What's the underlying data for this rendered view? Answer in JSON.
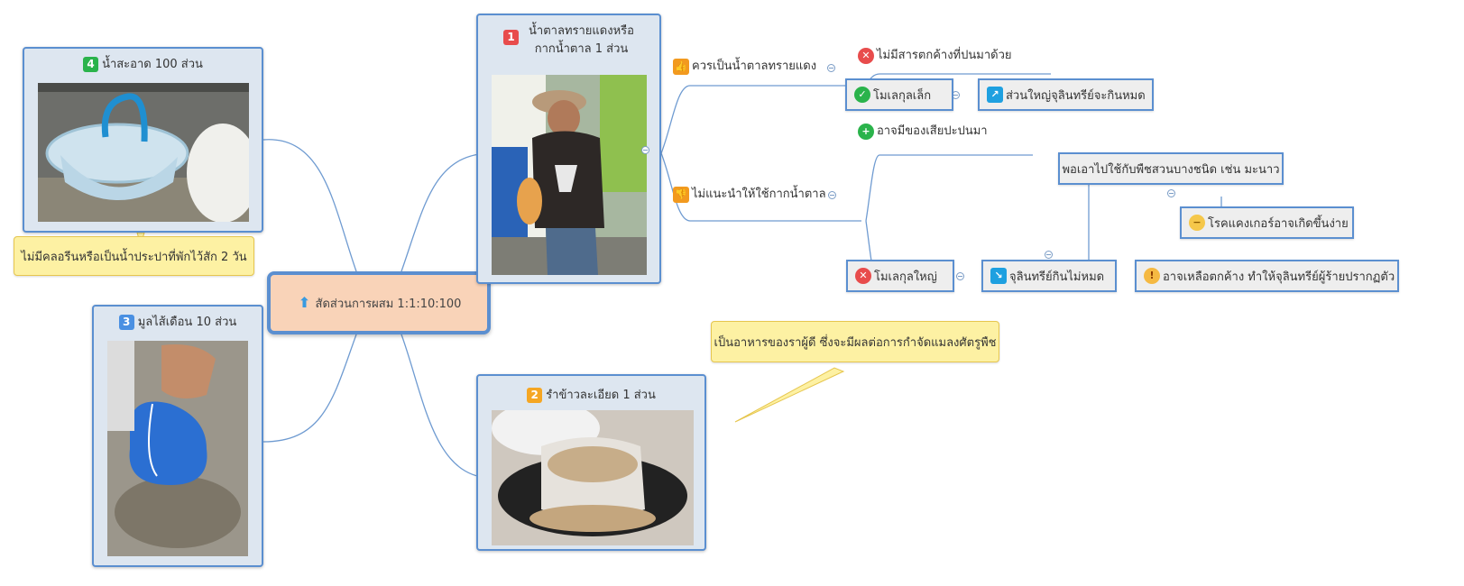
{
  "central": {
    "label": "สัดส่วนการผสม 1:1:10:100"
  },
  "topics": {
    "t1": {
      "number": "1",
      "label_line1": "น้ำตาลทรายแดงหรือ",
      "label_line2": "กากน้ำตาล 1 ส่วน"
    },
    "t2": {
      "number": "2",
      "label": "รำข้าวละเอียด 1 ส่วน"
    },
    "t3": {
      "number": "3",
      "label": "มูลไส้เดือน 10 ส่วน"
    },
    "t4": {
      "number": "4",
      "label": "น้ำสะอาด 100 ส่วน"
    }
  },
  "callouts": {
    "water_note": "ไม่มีคลอรีนหรือเป็นน้ำประปาที่พักไว้สัก 2 วัน",
    "rice_note": "เป็นอาหารของราผู้ดี ซึ่งจะมีผลต่อการกำจัดแมลงศัตรูพืช"
  },
  "branches": {
    "recommend": "ควรเป็นน้ำตาลทรายแดง",
    "no_residue": "ไม่มีสารตกค้างที่ปนมาด้วย",
    "small_molecule": "โมเลกุลเล็ก",
    "mostly_eaten": "ส่วนใหญ่จุลินทรีย์จะกินหมด",
    "not_recommend": "ไม่แนะนำให้ใช้กากน้ำตาล",
    "waste_mixed": "อาจมีของเสียปะปนมา",
    "some_plants": "พอเอาไปใช้กับพืชสวนบางชนิด เช่น มะนาว",
    "canker": "โรคแคงเกอร์อาจเกิดขึ้นง่าย",
    "large_molecule": "โมเลกุลใหญ่",
    "not_fully_eaten": "จุลินทรีย์กินไม่หมด",
    "residue_bad": "อาจเหลือตกค้าง ทำให้จุลินทรีย์ผู้ร้ายปรากฏตัว"
  },
  "icons": {
    "central": "arrow-up-icon",
    "recommend": "thumbs-up-icon",
    "not_recommend": "thumbs-down-icon",
    "no_residue": "red-x-icon",
    "small_molecule": "green-check-icon",
    "mostly_eaten": "arrow-up-right-icon",
    "waste_mixed": "green-plus-icon",
    "canker": "neutral-face-icon",
    "large_molecule": "red-x-icon",
    "not_fully_eaten": "arrow-down-right-icon",
    "residue_bad": "angry-face-icon"
  },
  "colors": {
    "badge_1": "#e84c4c",
    "badge_2": "#f5a623",
    "badge_3": "#4a90e2",
    "badge_4": "#2ab34b",
    "central_fill": "#f9d3b8",
    "topic_border": "#5b8fd0",
    "callout_fill": "#fdf1a3"
  }
}
